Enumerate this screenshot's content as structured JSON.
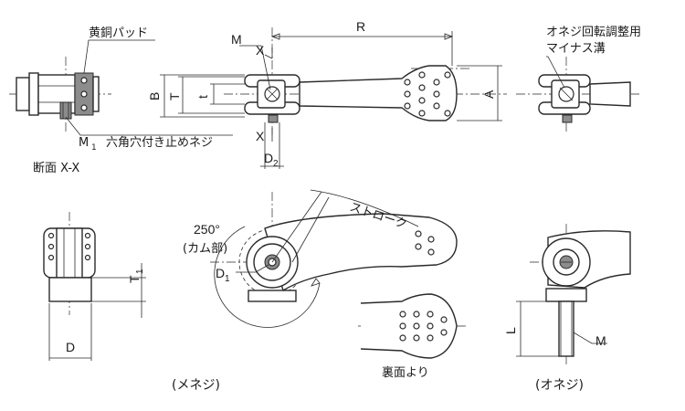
{
  "labels": {
    "brass_pad": "黄銅パッド",
    "m1_setscrew": "六角穴付き止めネジ",
    "m1_symbol": "M",
    "m1_sub": "1",
    "section": "断面 X-X",
    "m": "M",
    "x_top": "X",
    "x_bottom": "X",
    "r": "R",
    "b": "B",
    "t_upper": "T",
    "t_lower": "t",
    "a": "A",
    "d2_main": "D",
    "d2_sub": "2",
    "male_slot_line1": "オネジ回転調整用",
    "male_slot_line2": "マイナス溝",
    "stroke": "ストローク",
    "angle": "250°",
    "cam_part": "(カム部)",
    "d1_main": "D",
    "d1_sub": "1",
    "t1_main": "T",
    "t1_sub": "1",
    "d": "D",
    "l": "L",
    "m_male": "M",
    "rear_view": "裏面より"
  },
  "captions": {
    "female": "(メネジ)",
    "male": "(オネジ)"
  }
}
